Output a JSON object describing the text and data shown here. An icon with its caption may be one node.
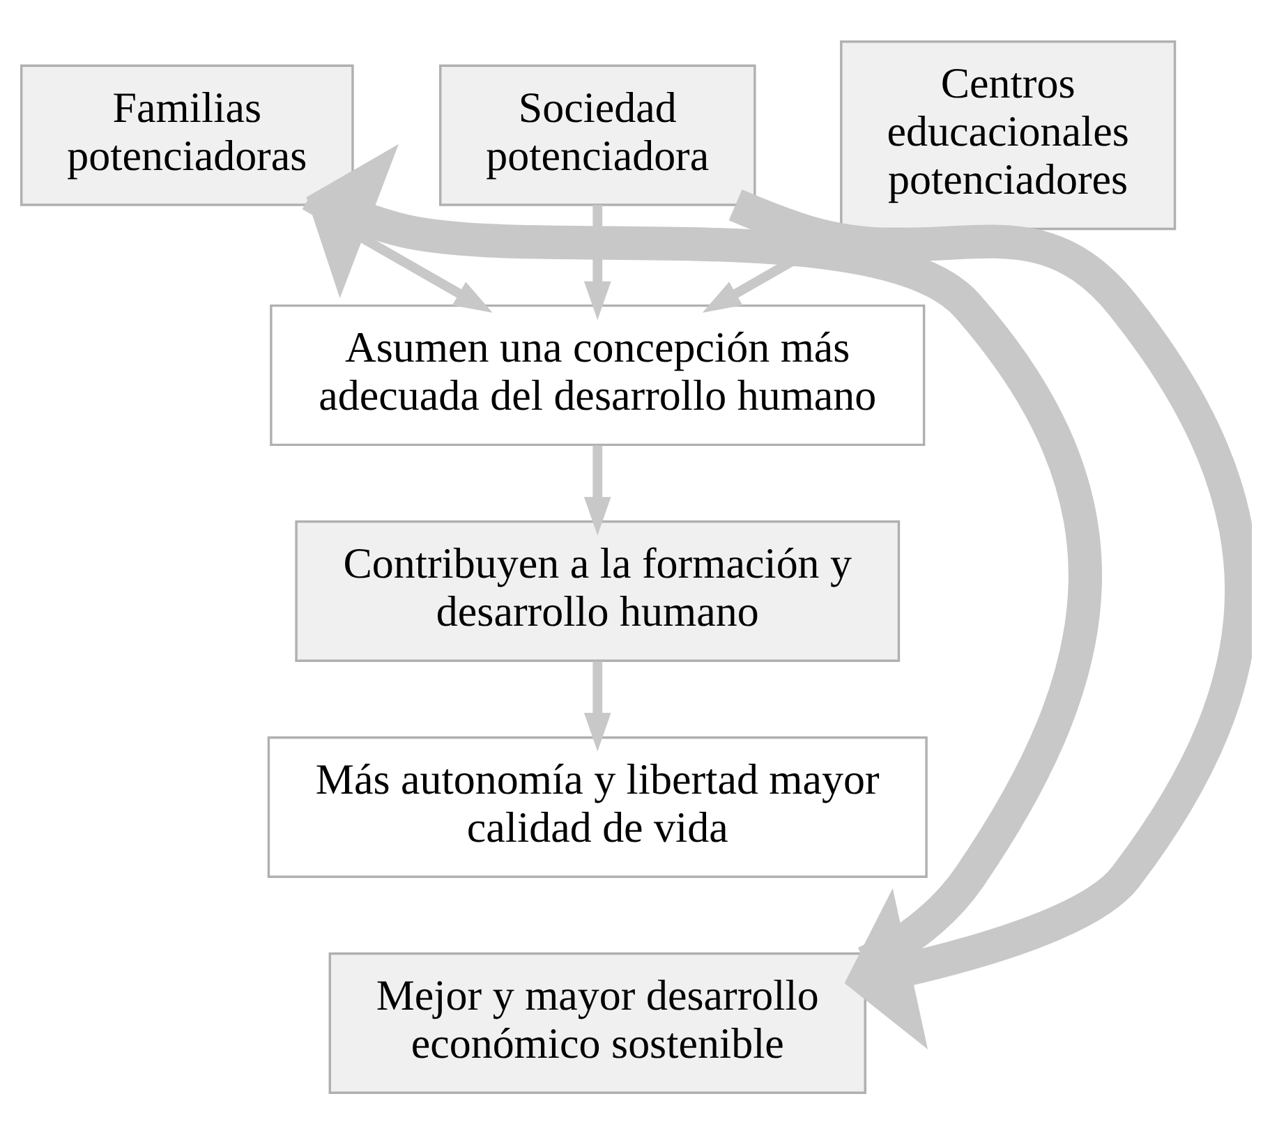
{
  "diagram": {
    "nodes": [
      {
        "text": [
          "Familias potenciadoras"
        ]
      },
      {
        "text": [
          "Centros educacionales potenciadores"
        ]
      },
      {
        "text": [
          "Sociedad potenciadora"
        ]
      },
      {
        "text": [
          "Asumen una concepción más adecuada del desarrollo humano"
        ]
      },
      {
        "text": [
          "Contribuyen a la formación y desarrollo humano"
        ]
      },
      {
        "text": [
          "Más autonomía y libertad mayor calidad de vida"
        ]
      },
      {
        "text": [
          "Mejor y mayor desarrollo económico sostenible"
        ]
      }
    ],
    "edges": [
      {
        "from": 0,
        "to": 3,
        "arrow": "to"
      },
      {
        "from": 1,
        "to": 3,
        "arrow": "to"
      },
      {
        "from": 2,
        "to": 3,
        "arrow": "to"
      },
      {
        "from": 3,
        "to": 4,
        "arrow": "to"
      },
      {
        "from": 4,
        "to": 5,
        "arrow": "to"
      },
      {
        "from": 2,
        "to": 6,
        "arrow": "to",
        "style": "thick"
      },
      {
        "from": 6,
        "to": 0,
        "arrow": "to",
        "style": "thick"
      }
    ]
  }
}
